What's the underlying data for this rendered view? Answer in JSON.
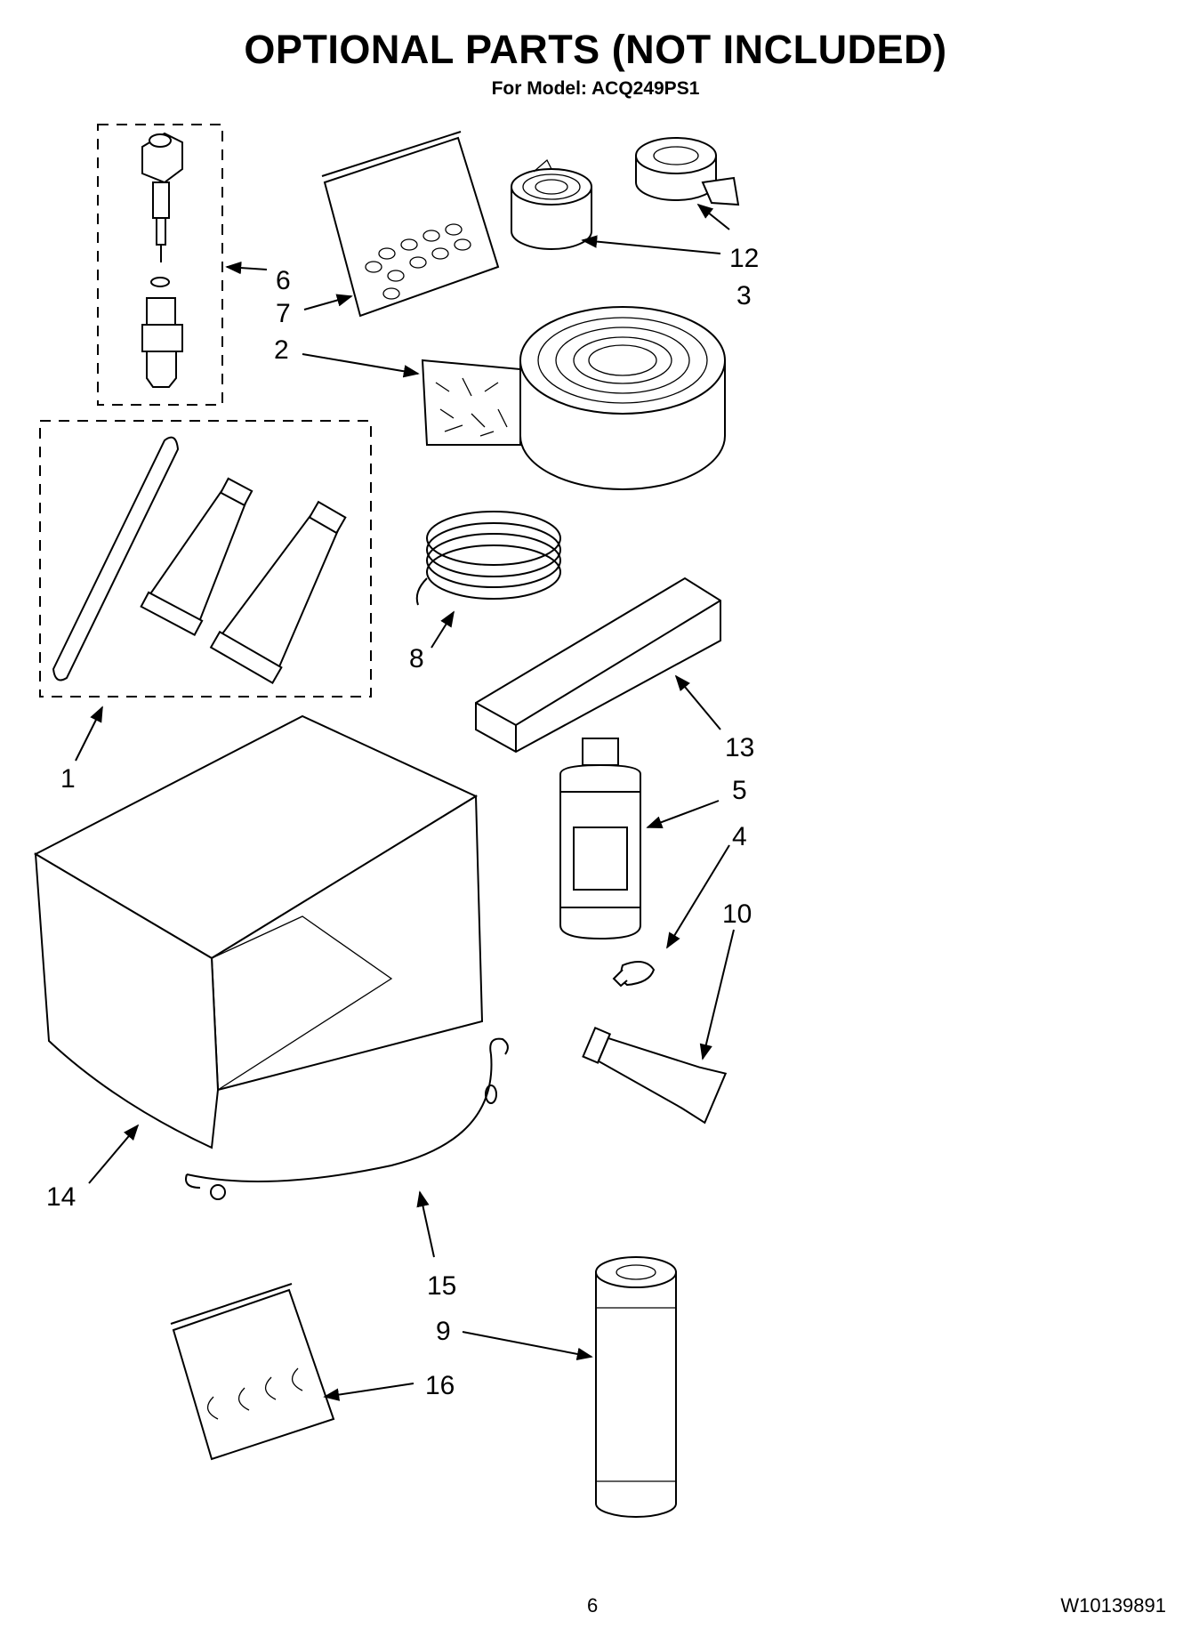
{
  "title": "OPTIONAL PARTS (NOT INCLUDED)",
  "subtitle": "For Model: ACQ249PS1",
  "callouts": {
    "c1": "1",
    "c2": "2",
    "c3": "3",
    "c4": "4",
    "c5": "5",
    "c6": "6",
    "c7": "7",
    "c8": "8",
    "c9": "9",
    "c10": "10",
    "c12": "12",
    "c13": "13",
    "c14": "14",
    "c15": "15",
    "c16": "16"
  },
  "footer": {
    "page_number": "6",
    "doc_number": "W10139891"
  }
}
